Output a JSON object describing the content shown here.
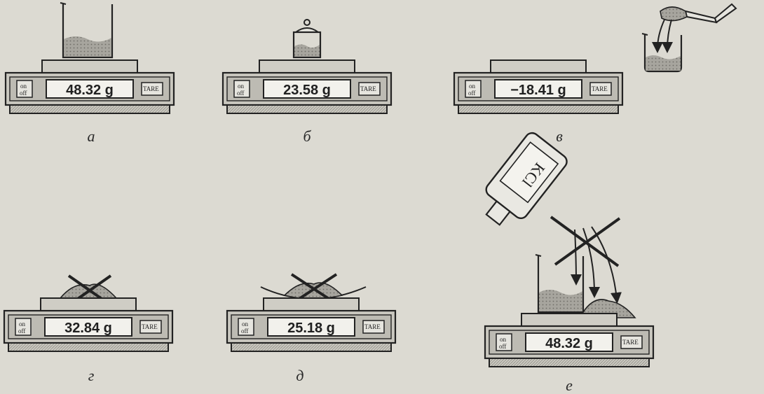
{
  "colors": {
    "paper": "#dcdad2",
    "ink": "#222222",
    "balance_body": "#c9c7bf",
    "balance_panel": "#bdbbb3",
    "liquid": "#9c9a93",
    "display": "#f2f1ec"
  },
  "buttons": {
    "on_top": "on",
    "on_bottom": "off",
    "tare": "TARE"
  },
  "panels": [
    {
      "caption": "а",
      "reading": "48.32 g"
    },
    {
      "caption": "б",
      "reading": "23.58 g"
    },
    {
      "caption": "в",
      "reading": "−18.41 g"
    },
    {
      "caption": "г",
      "reading": "32.84 g"
    },
    {
      "caption": "д",
      "reading": "25.18 g"
    },
    {
      "caption": "е",
      "reading": "48.32 g"
    }
  ],
  "bottle_label": "KCl"
}
